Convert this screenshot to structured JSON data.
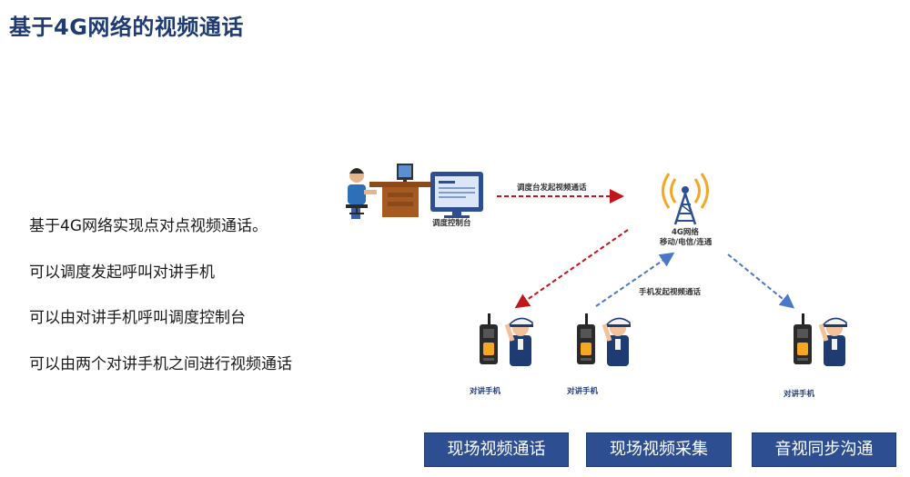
{
  "page_title": "基于4G网络的视频通话",
  "bullets": [
    "基于4G网络实现点对点视频通话。",
    "可以调度发起呼叫对讲手机",
    "可以由对讲手机呼叫调度控制台",
    "可以由两个对讲手机之间进行视频通话"
  ],
  "diagram": {
    "console_label": "调度控制台",
    "console_arrow_label": "调度台发起视频通话",
    "tower_label": "4G网络",
    "tower_sublabel": "移动/电信/连通",
    "handset_arrow_label": "手机发起视频通话",
    "radio_labels": [
      "对讲手机",
      "对讲手机",
      "对讲手机"
    ]
  },
  "buttons": [
    "现场视频通话",
    "现场视频采集",
    "音视同步沟通"
  ],
  "colors": {
    "title": "#1f3b73",
    "button_bg": "#2d4f92",
    "red_arrow": "#c0161c",
    "blue_arrow": "#4a78c8"
  }
}
